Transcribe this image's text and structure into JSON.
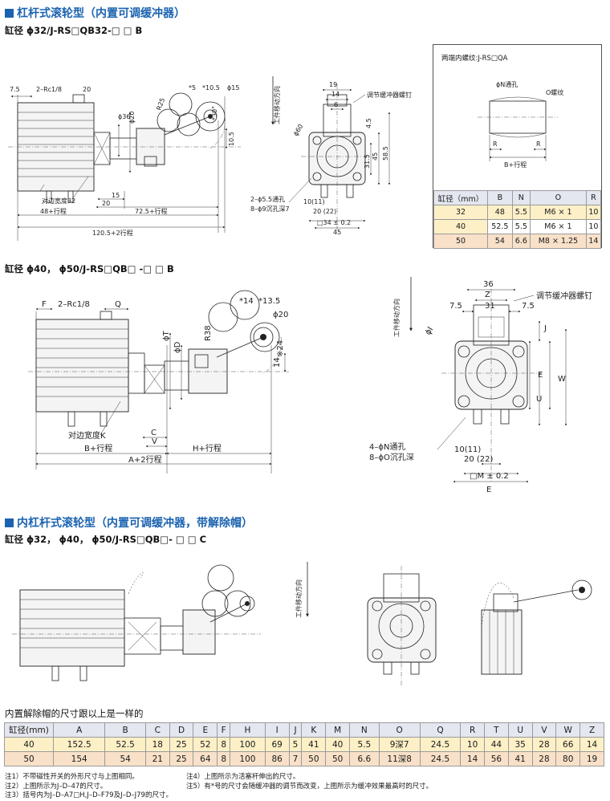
{
  "section1": {
    "title": "杠杆式滚轮型（内置可调缓冲器）",
    "model": "缸径 ϕ32/J-RS□QB32-□ □ B"
  },
  "section2": {
    "model": "缸径 ϕ40， ϕ50/J-RS□QB□ -□ □ B"
  },
  "section3": {
    "title": "内杠杆式滚轮型（内置可调缓冲器，带解除帽）",
    "model": "缸径 ϕ32， ϕ40， ϕ50/J-RS□QB□- □ □ C"
  },
  "drawing1": {
    "labels": [
      "7.5",
      "2–Rc1/8",
      "20",
      "ϕ36",
      "ϕ20",
      "R25",
      "*5",
      "*10.5",
      "ϕ15",
      "*30°",
      "10.5",
      "15",
      "20",
      "对边宽度32",
      "48+行程",
      "72.5+行程",
      "120.5+2行程"
    ],
    "front": [
      "19",
      "14",
      "6",
      "ϕ60",
      "调节缓冲器螺钉",
      "4.5",
      "45",
      "58.5",
      "31.5",
      "2–ϕ5.5通孔",
      "8–ϕ9沉孔深7",
      "10(11)",
      "20 (22)",
      "□34 ± 0.2",
      "45"
    ],
    "direction": "工件移动方向"
  },
  "drawing2": {
    "labels": [
      "F",
      "2–Rc1/8",
      "Q",
      "R38",
      "ϕT",
      "ϕD",
      "*14",
      "*13.5",
      "ϕ20",
      "※24",
      "14",
      "对边宽度K",
      "C",
      "V",
      "B+行程",
      "H+行程",
      "A+2行程"
    ],
    "front": [
      "36",
      "Z",
      "31",
      "7.5",
      "7.5",
      "调节缓冲器螺钉",
      "ϕI",
      "J",
      "E",
      "W",
      "U",
      "4–ϕN通孔",
      "8–ϕO沉孔深",
      "10(11)",
      "20 (22)",
      "□M ± 0.2",
      "E"
    ],
    "direction": "工件移动方向"
  },
  "drawing3": {
    "direction": "工件移动方向"
  },
  "side_table": {
    "caption": "两端内螺纹:J-RS□QA",
    "labels": [
      "ϕN通孔",
      "O螺纹",
      "R",
      "R",
      "B+行程"
    ],
    "headers": [
      "缸径（mm）",
      "B",
      "N",
      "O",
      "R"
    ],
    "rows": [
      [
        "32",
        "48",
        "5.5",
        "M6 × 1",
        "10"
      ],
      [
        "40",
        "52.5",
        "5.5",
        "M6 × 1",
        "10"
      ],
      [
        "50",
        "54",
        "6.6",
        "M8 × 1.25",
        "14"
      ]
    ]
  },
  "main_table": {
    "caption": "内置解除帽的尺寸跟以上是一样的",
    "headers": [
      "缸径(mm)",
      "A",
      "B",
      "C",
      "D",
      "E",
      "F",
      "H",
      "I",
      "J",
      "K",
      "M",
      "N",
      "O",
      "Q",
      "R",
      "T",
      "U",
      "V",
      "W",
      "Z"
    ],
    "rows": [
      [
        "40",
        "152.5",
        "52.5",
        "18",
        "25",
        "52",
        "8",
        "100",
        "69",
        "5",
        "41",
        "40",
        "5.5",
        "9深7",
        "24.5",
        "10",
        "44",
        "35",
        "28",
        "66",
        "14"
      ],
      [
        "50",
        "154",
        "54",
        "21",
        "25",
        "64",
        "8",
        "100",
        "86",
        "7",
        "50",
        "50",
        "6.6",
        "11深8",
        "24.5",
        "14",
        "56",
        "41",
        "28",
        "80",
        "19"
      ]
    ]
  },
  "notes": {
    "left": [
      "注1）不带磁性开关的外形尺寸与上图相同。",
      "注2）上图所示为J–D–47的尺寸。",
      "注3）括号内为J–D–A7□H,J–D–F79及J–D–J79的尺寸。"
    ],
    "right": [
      "注4）上图所示为活塞杆伸出的尺寸。",
      "注5）有*号的尺寸会随缓冲器的调节而改变，上图所示为缓冲效果最高时的尺寸。"
    ]
  },
  "colors": {
    "accent": "#1b63b0",
    "row_light": "#fdf0c7",
    "row_dark": "#f8e1c8",
    "header": "#e4e7ef"
  }
}
